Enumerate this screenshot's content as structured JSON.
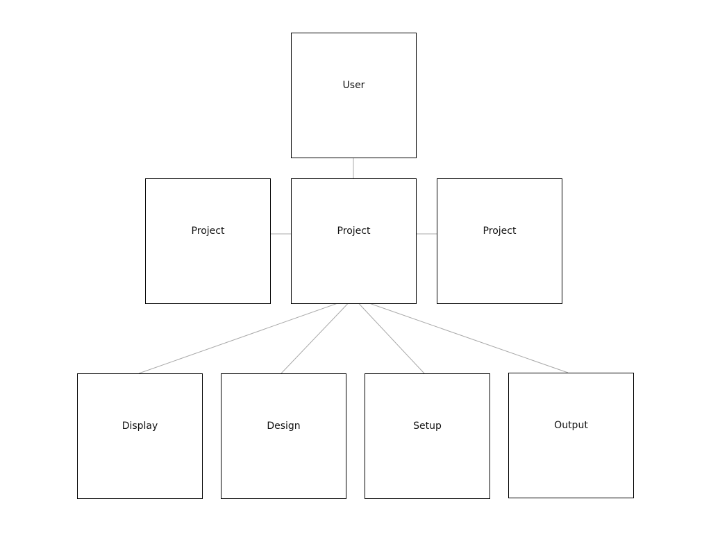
{
  "diagram": {
    "nodes": {
      "user": "User",
      "project_left": "Project",
      "project_center": "Project",
      "project_right": "Project",
      "display": "Display",
      "design": "Design",
      "setup": "Setup",
      "output": "Output"
    },
    "edges": [
      [
        "user",
        "project_center"
      ],
      [
        "project_left",
        "project_center"
      ],
      [
        "project_center",
        "project_right"
      ],
      [
        "project_center",
        "display"
      ],
      [
        "project_center",
        "design"
      ],
      [
        "project_center",
        "setup"
      ],
      [
        "project_center",
        "output"
      ]
    ],
    "colors": {
      "box_border": "#000000",
      "connector": "#a8a8a8",
      "background": "#ffffff"
    }
  }
}
